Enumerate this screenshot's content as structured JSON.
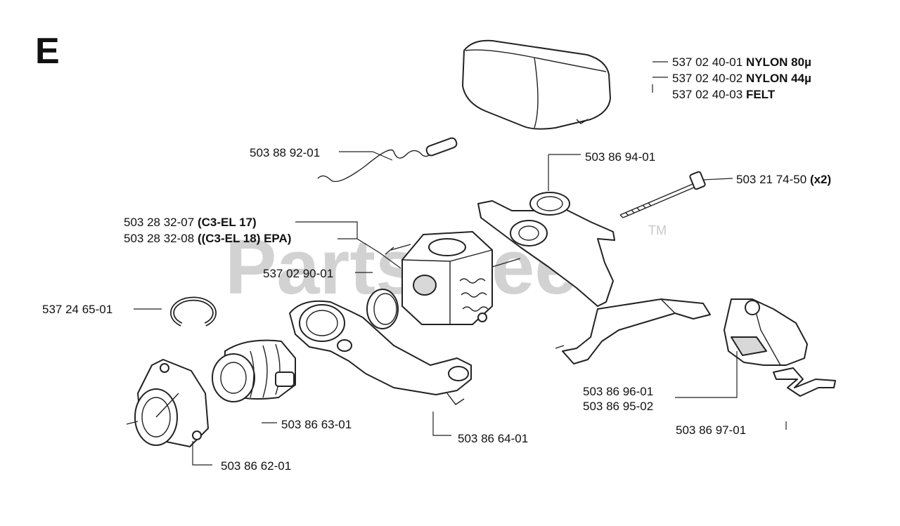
{
  "diagram": {
    "section_letter": "E",
    "watermark": "PartsTree",
    "watermark_tm": "TM",
    "callouts": [
      {
        "id": "filter1",
        "pn": "537 02 40-01",
        "desc": "NYLON 80µ"
      },
      {
        "id": "filter2",
        "pn": "537 02 40-02",
        "desc": "NYLON 44µ"
      },
      {
        "id": "filter3",
        "pn": "537 02 40-03",
        "desc": "FELT"
      },
      {
        "id": "wire",
        "pn": "503 88 92-01",
        "desc": ""
      },
      {
        "id": "bracket",
        "pn": "503 86 94-01",
        "desc": ""
      },
      {
        "id": "bolt",
        "pn": "503 21 74-50",
        "desc": "(x2)"
      },
      {
        "id": "carb1",
        "pn": "503 28 32-07",
        "desc": "(C3-EL 17)"
      },
      {
        "id": "carb2",
        "pn": "503 28 32-08",
        "desc": "((C3-EL 18) EPA)"
      },
      {
        "id": "gasket",
        "pn": "537 02 90-01",
        "desc": ""
      },
      {
        "id": "clip",
        "pn": "537 24 65-01",
        "desc": ""
      },
      {
        "id": "lever1",
        "pn": "503 86 96-01",
        "desc": ""
      },
      {
        "id": "lever2",
        "pn": "503 86 95-02",
        "desc": ""
      },
      {
        "id": "intake",
        "pn": "503 86 63-01",
        "desc": ""
      },
      {
        "id": "plate",
        "pn": "503 86 64-01",
        "desc": ""
      },
      {
        "id": "cover",
        "pn": "503 86 97-01",
        "desc": ""
      },
      {
        "id": "flange",
        "pn": "503 86 62-01",
        "desc": ""
      }
    ]
  }
}
